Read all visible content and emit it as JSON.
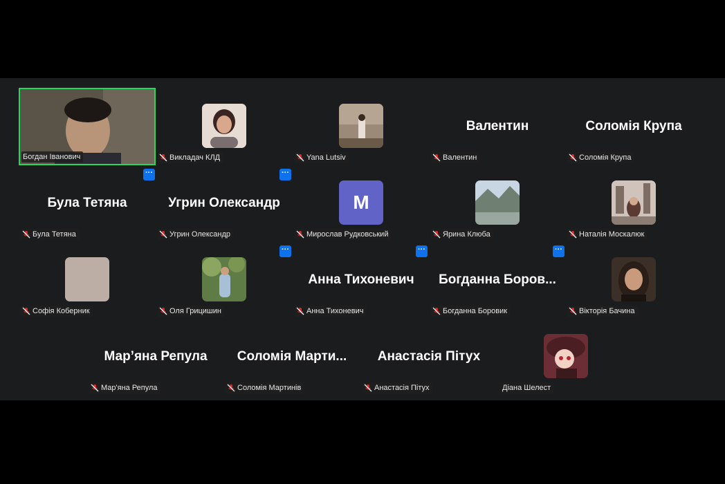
{
  "participants": [
    {
      "id": "p1",
      "caption": "Богдан Іванович",
      "type": "video"
    },
    {
      "id": "p2",
      "caption": "Викладач КЛД",
      "type": "photo",
      "color": "#c9a88f"
    },
    {
      "id": "p3",
      "caption": "Yana Lutsiv",
      "type": "photo",
      "color": "#8a7a6a"
    },
    {
      "id": "p4",
      "caption": "Валентин",
      "big": "Валентин",
      "type": "name"
    },
    {
      "id": "p5",
      "caption": "Соломія Крупа",
      "big": "Соломія Крупа",
      "type": "name"
    },
    {
      "id": "p6",
      "caption": "Була Тетяна",
      "big": "Була Тетяна",
      "type": "name"
    },
    {
      "id": "p7",
      "caption": "Угрин Олександр",
      "big": "Угрин Олександр",
      "type": "name"
    },
    {
      "id": "p8",
      "caption": "Мирослав Рудковський",
      "letter": "M",
      "type": "letter"
    },
    {
      "id": "p9",
      "caption": "Ярина Клюба",
      "type": "photo",
      "color": "#7f97a8"
    },
    {
      "id": "p10",
      "caption": "Наталія Москалюк",
      "type": "photo",
      "color": "#a89488"
    },
    {
      "id": "p11",
      "caption": "Софія Коберник",
      "type": "photo",
      "color": "#bcaea5"
    },
    {
      "id": "p12",
      "caption": "Оля Грицишин",
      "type": "photo",
      "color": "#6e8a55"
    },
    {
      "id": "p13",
      "caption": "Анна Тихоневич",
      "big": "Анна Тихоневич",
      "type": "name"
    },
    {
      "id": "p14",
      "caption": "Богданна Боровик",
      "big": "Богданна  Боров...",
      "type": "name"
    },
    {
      "id": "p15",
      "caption": "Вікторія Бачина",
      "type": "photo",
      "color": "#5a4a3e"
    },
    {
      "id": "p16",
      "caption": "Мар'яна Репула",
      "big": "Мар’яна Репула",
      "type": "name"
    },
    {
      "id": "p17",
      "caption": "Соломія Мартинів",
      "big": "Соломія  Марти...",
      "type": "name"
    },
    {
      "id": "p18",
      "caption": "Анастасія Пітух",
      "big": "Анастасія Пітух",
      "type": "name"
    },
    {
      "id": "p19",
      "caption": "Діана Шелест",
      "type": "photo",
      "color": "#8c3b3b",
      "unmuted": true
    }
  ],
  "more_button_label": "···",
  "colors": {
    "active_speaker": "#23d959",
    "more_button": "#0e72ed",
    "letter_avatar": "#6164c6",
    "muted_icon": "#e02828"
  }
}
